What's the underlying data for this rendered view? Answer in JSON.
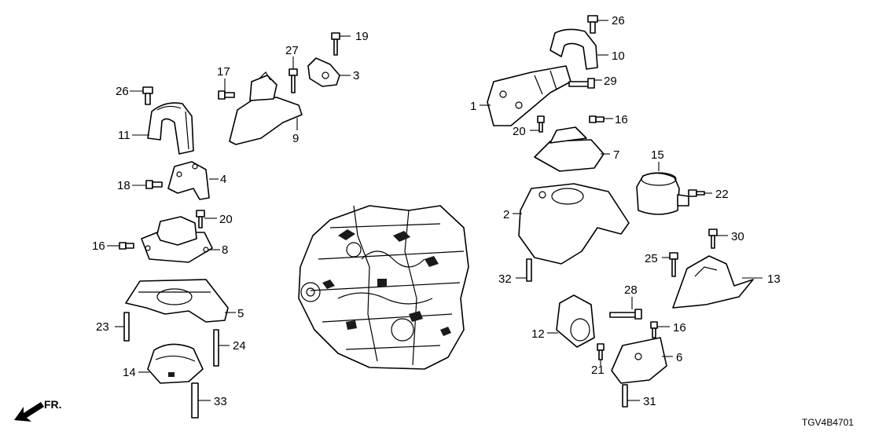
{
  "diagram_code": "TGV4B4701",
  "front_marker": "FR.",
  "callouts": {
    "c1": "1",
    "c2": "2",
    "c3": "3",
    "c4": "4",
    "c5": "5",
    "c6": "6",
    "c7": "7",
    "c8": "8",
    "c9": "9",
    "c10": "10",
    "c11": "11",
    "c12": "12",
    "c13": "13",
    "c14": "14",
    "c15": "15",
    "c16a": "16",
    "c16b": "16",
    "c16c": "16",
    "c17": "17",
    "c18": "18",
    "c19": "19",
    "c20a": "20",
    "c20b": "20",
    "c21": "21",
    "c22": "22",
    "c23": "23",
    "c24": "24",
    "c25": "25",
    "c26a": "26",
    "c26b": "26",
    "c27": "27",
    "c28": "28",
    "c29": "29",
    "c30": "30",
    "c31": "31",
    "c32": "32",
    "c33": "33"
  }
}
